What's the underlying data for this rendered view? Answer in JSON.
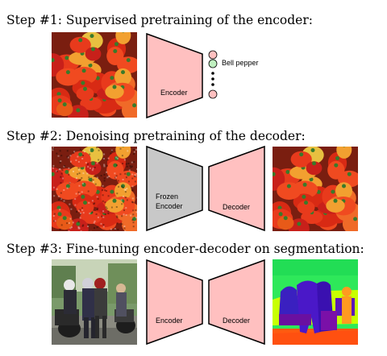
{
  "steps": [
    {
      "title": "Step #1: Supervised pretraining of the encoder:",
      "encoder_label": "Encoder",
      "output_label": "Bell pepper"
    },
    {
      "title": "Step #2: Denoising pretraining of the decoder:",
      "encoder_label_line1": "Frozen",
      "encoder_label_line2": "Encoder",
      "decoder_label": "Decoder"
    },
    {
      "title": "Step #3: Fine-tuning encoder-decoder on segmentation:",
      "encoder_label": "Encoder",
      "decoder_label": "Decoder"
    }
  ],
  "colors": {
    "encoder_fill": "#ffc0c0",
    "frozen_fill": "#c8c8c8",
    "decoder_fill": "#ffc0c0",
    "node_pink": "#ffc0c0",
    "node_green": "#c0f0c0"
  }
}
